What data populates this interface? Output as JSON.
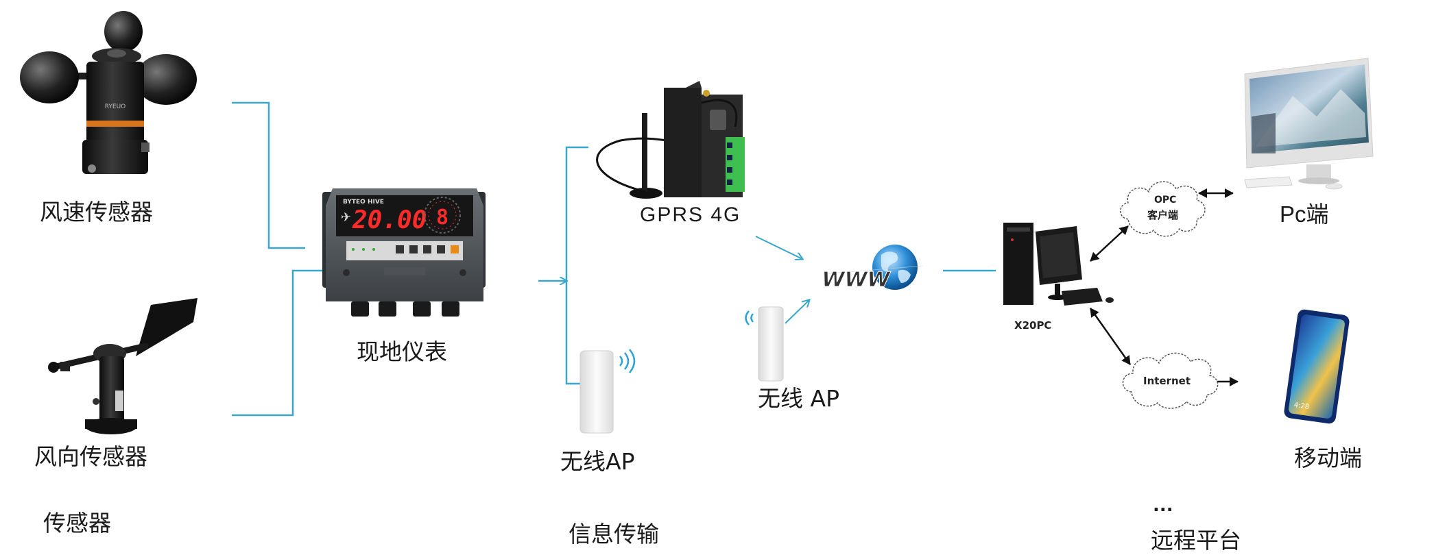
{
  "labels": {
    "wind_speed_sensor": "风速传感器",
    "wind_direction_sensor": "风向传感器",
    "sensor_section": "传感器",
    "field_instrument": "现地仪表",
    "gprs_4g": "GPRS  4G",
    "wireless_ap_left": "无线AP",
    "wireless_ap_mid": "无线 AP",
    "info_transmission": "信息传输",
    "x20pc": "X20PC",
    "opc_client_line1": "OPC",
    "opc_client_line2": "客户端",
    "internet": "Internet",
    "pc_end": "Pc端",
    "mobile_end": "移动端",
    "ellipsis": "...",
    "remote_platform": "远程平台"
  },
  "instrument_display": {
    "main_reading": "20.00",
    "direction_digit": "8"
  },
  "www_text": "WWW",
  "colors": {
    "connector": "#3aa6c9",
    "arrow": "#111111",
    "display_red": "#ff2a2a"
  }
}
